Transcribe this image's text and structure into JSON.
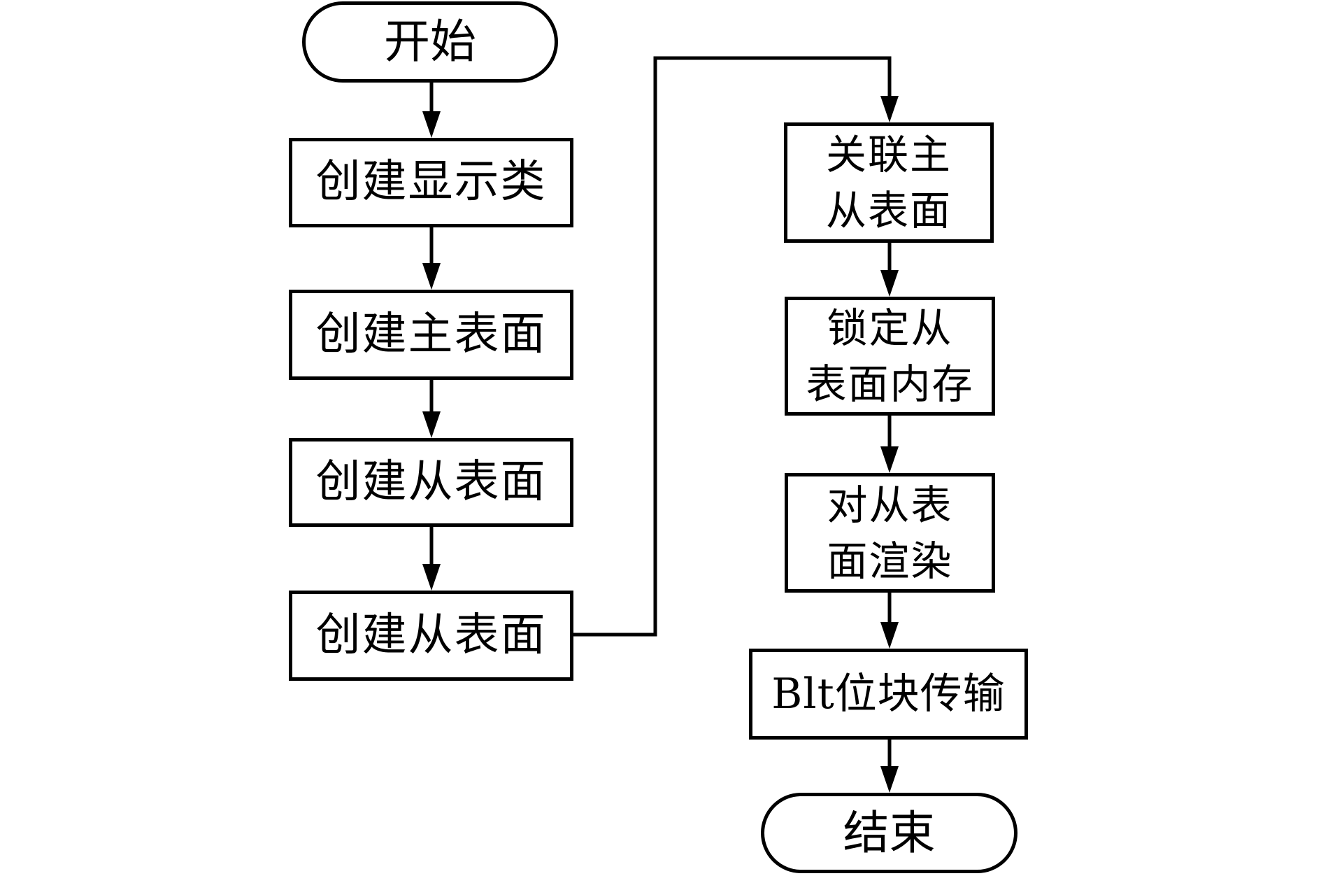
{
  "diagram": {
    "title": "DirectDraw rendering flowchart",
    "background_color": "#ffffff",
    "line_color": "#000000",
    "nodes": {
      "start": {
        "type": "terminator",
        "label": "开始"
      },
      "create_display": {
        "type": "process",
        "label": "创建显示类"
      },
      "create_primary": {
        "type": "process",
        "label": "创建主表面"
      },
      "create_secondary": {
        "type": "process",
        "label": "创建从表面"
      },
      "create_secondary2": {
        "type": "process",
        "label": "创建从表面"
      },
      "attach_surfaces": {
        "type": "process",
        "line1": "关联主",
        "line2": "从表面"
      },
      "lock_memory": {
        "type": "process",
        "line1": "锁定从",
        "line2": "表面内存"
      },
      "render_surface": {
        "type": "process",
        "line1": "对从表",
        "line2": "面渲染"
      },
      "blt_transfer": {
        "type": "process",
        "label": "Blt位块传输"
      },
      "end": {
        "type": "terminator",
        "label": "结束"
      }
    },
    "edges": [
      {
        "from": "start",
        "to": "create_display"
      },
      {
        "from": "create_display",
        "to": "create_primary"
      },
      {
        "from": "create_primary",
        "to": "create_secondary"
      },
      {
        "from": "create_secondary",
        "to": "create_secondary2"
      },
      {
        "from": "create_secondary2",
        "to": "attach_surfaces",
        "routing": "right-up-right-down elbow"
      },
      {
        "from": "attach_surfaces",
        "to": "lock_memory"
      },
      {
        "from": "lock_memory",
        "to": "render_surface"
      },
      {
        "from": "render_surface",
        "to": "blt_transfer"
      },
      {
        "from": "blt_transfer",
        "to": "end"
      }
    ]
  }
}
